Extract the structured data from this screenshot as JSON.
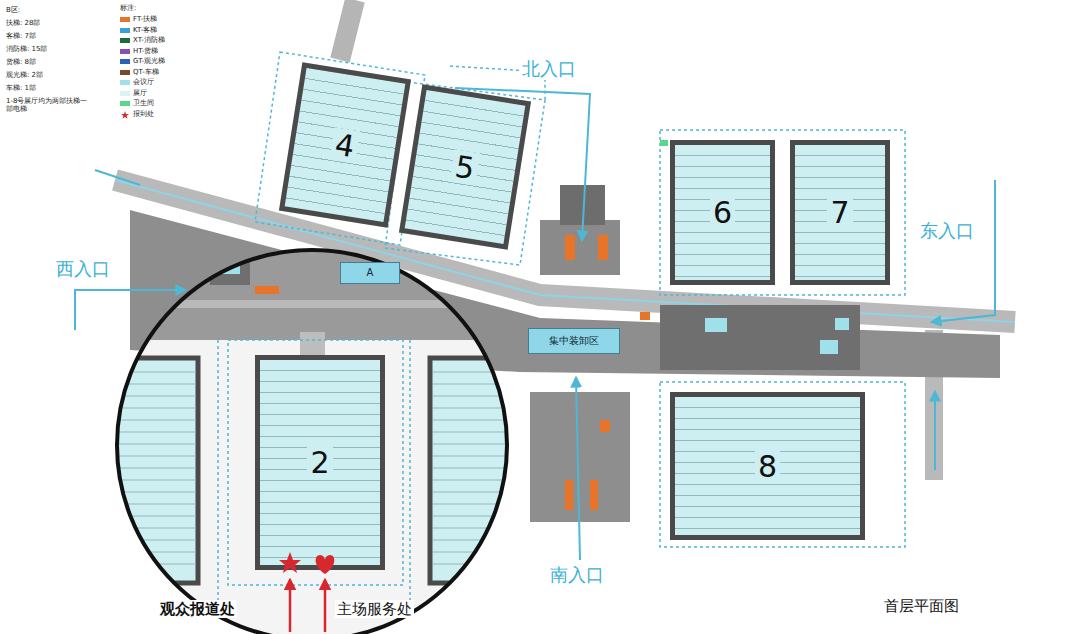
{
  "diagram": {
    "caption": "首层平面图",
    "nodes": [
      {
        "text": [
          "4"
        ]
      },
      {
        "text": [
          "5"
        ]
      },
      {
        "text": [
          "6"
        ]
      },
      {
        "text": [
          "7"
        ]
      },
      {
        "text": [
          "A"
        ]
      },
      {
        "text": [
          "集中装卸区"
        ]
      },
      {
        "text": [
          "2"
        ]
      },
      {
        "text": [
          "8"
        ]
      }
    ],
    "labels": [
      "B区:",
      "扶梯: 28部",
      "客梯: 7部",
      "消防梯: 15部",
      "货梯: 8部",
      "观光梯: 2部",
      "车梯: 1部",
      "1-8号展厅均为两部扶梯一部电梯",
      "标注:",
      "北入口",
      "西入口",
      "东入口",
      "南入口",
      "观众报道处",
      "主场服务处"
    ],
    "legend": [
      {
        "text": "FT-扶梯",
        "color": "#e8742a"
      },
      {
        "text": "KT-客梯",
        "color": "#3aa0d8"
      },
      {
        "text": "XT-消防梯",
        "color": "#1f6b3a"
      },
      {
        "text": "HT-货梯",
        "color": "#8a4fb0"
      },
      {
        "text": "GT-观光梯",
        "color": "#2a62b8"
      },
      {
        "text": "QT-车梯",
        "color": "#7a4a25"
      },
      {
        "text": "会议厅",
        "color": "#9fe0ea"
      },
      {
        "text": "展厅",
        "color": "#d8f3f3"
      },
      {
        "text": "卫生间",
        "color": "#5cd68a"
      },
      {
        "text": "报到处"
      }
    ]
  }
}
